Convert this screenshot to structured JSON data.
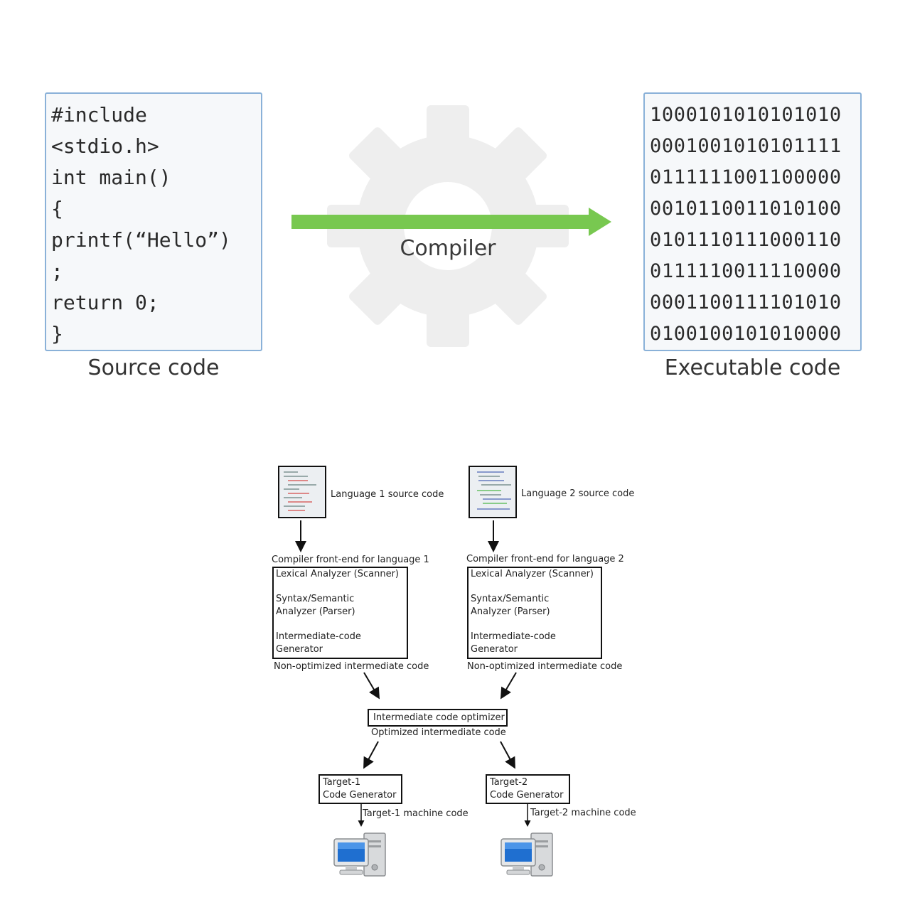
{
  "top": {
    "source_code_lines": [
      "#include",
      "<stdio.h>",
      "int main()",
      "{",
      "printf(“Hello”)",
      ";",
      "return 0;",
      "}"
    ],
    "executable_code_lines": [
      "1000101010101010",
      "0001001010101111",
      "0111111001100000",
      "0010110011010100",
      "0101110111000110",
      "0111110011110000",
      "0001100111101010",
      "0100100101010000"
    ],
    "source_caption": "Source code",
    "compiler_label": "Compiler",
    "executable_caption": "Executable code",
    "colors": {
      "arrow": "#78c850",
      "gear": "#eeeeee",
      "box_border": "#8ab1d8"
    }
  },
  "bottom": {
    "lang1_source": "Language 1 source code",
    "lang2_source": "Language 2 source code",
    "frontend1_title": "Compiler front-end for language 1",
    "frontend2_title": "Compiler front-end for language 2",
    "lexical": "Lexical Analyzer (Scanner)",
    "syntax_line1": "Syntax/Semantic",
    "syntax_line2": "Analyzer (Parser)",
    "intermediate_line1": "Intermediate-code",
    "intermediate_line2": "Generator",
    "nonopt": "Non-optimized intermediate code",
    "optimizer": "Intermediate code optimizer",
    "optimized": "Optimized intermediate code",
    "target1_line1": "Target-1",
    "target1_line2": "Code Generator",
    "target2_line1": "Target-2",
    "target2_line2": "Code Generator",
    "target1_machine": "Target-1 machine code",
    "target2_machine": "Target-2 machine code",
    "icons": [
      "document-icon",
      "computer-icon"
    ]
  }
}
